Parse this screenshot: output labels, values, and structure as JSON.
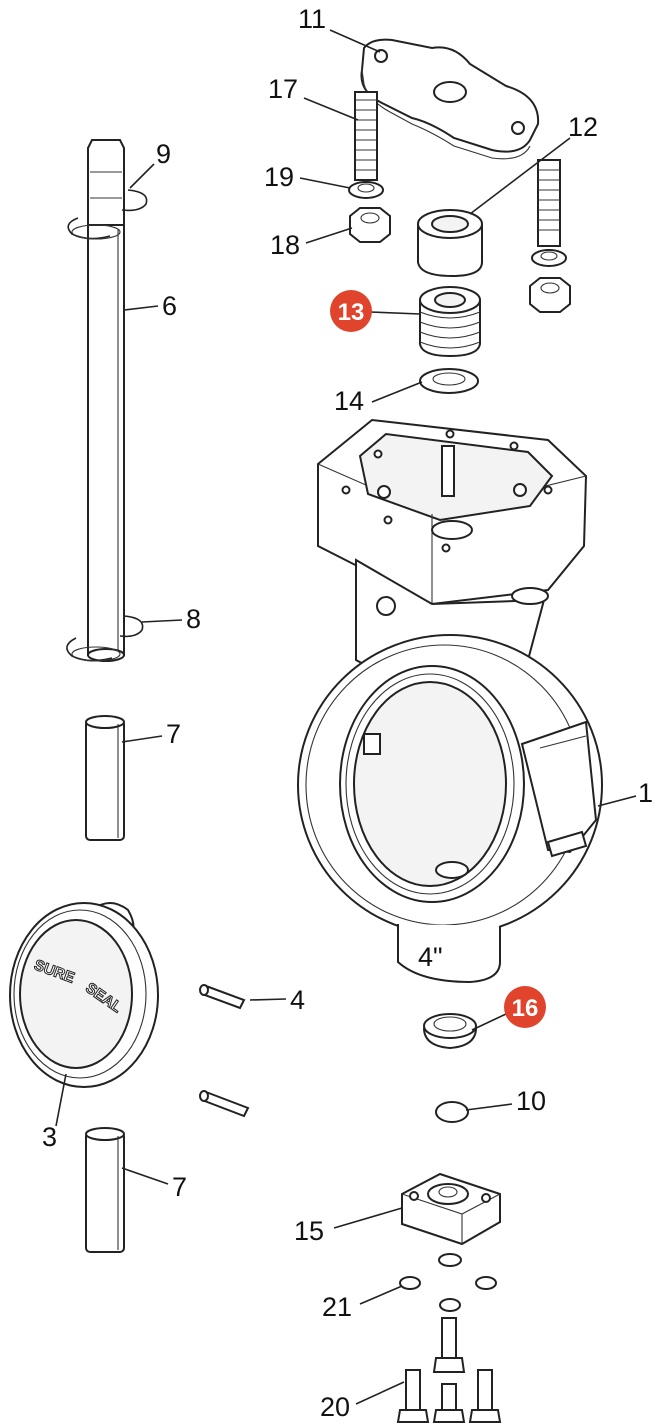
{
  "diagram": {
    "labels": {
      "p1": "1",
      "p3": "3",
      "p4": "4",
      "p6": "6",
      "p7a": "7",
      "p7b": "7",
      "p8": "8",
      "p9": "9",
      "p10": "10",
      "p11": "11",
      "p12": "12",
      "p13": "13",
      "p14": "14",
      "p15": "15",
      "p16": "16",
      "p17": "17",
      "p18": "18",
      "p19": "19",
      "p20": "20",
      "p21": "21"
    },
    "disc_text": {
      "line1": "SURE",
      "line2": "SEAL"
    },
    "size_mark": "4\"",
    "badge_color": "#e0442c",
    "highlighted": [
      "13",
      "16"
    ]
  }
}
